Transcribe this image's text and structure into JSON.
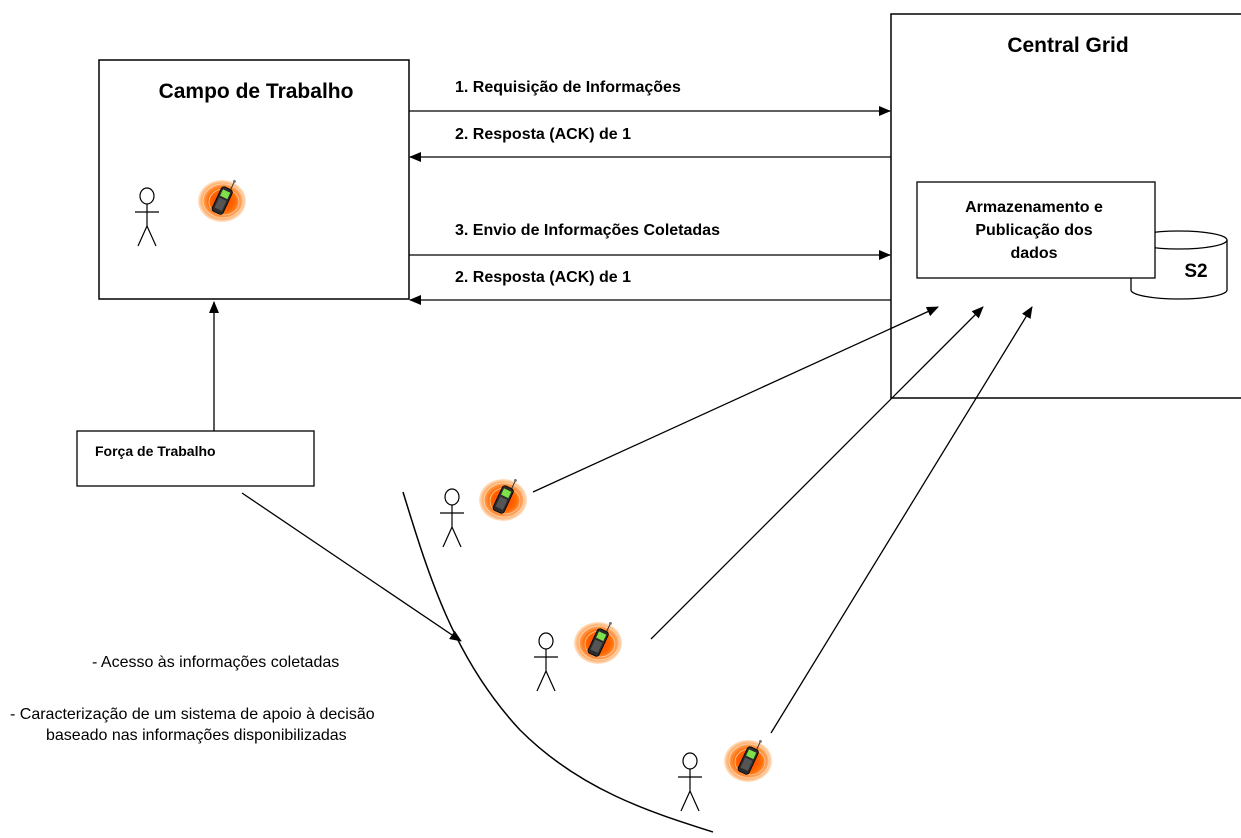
{
  "boxes": {
    "campo": "Campo de Trabalho",
    "central": "Central Grid",
    "armazenamento": [
      "Armazenamento e",
      "Publicação dos",
      "dados"
    ],
    "storage": "S2",
    "forca": "Força de Trabalho"
  },
  "arrows": {
    "msg1": "1. Requisição de Informações",
    "msg2": "2. Resposta (ACK) de 1",
    "msg3": "3. Envio de Informações Coletadas",
    "msg4": "2. Resposta (ACK) de 1"
  },
  "notes": {
    "line1": "- Acesso às informações coletadas",
    "line2": "- Caracterização de um sistema de apoio à decisão",
    "line3": "baseado nas informações disponibilizadas"
  },
  "icons": {
    "person": "stick-figure-icon",
    "phone": "mobile-phone-icon",
    "phone_glow_color": "#ff6a00"
  }
}
